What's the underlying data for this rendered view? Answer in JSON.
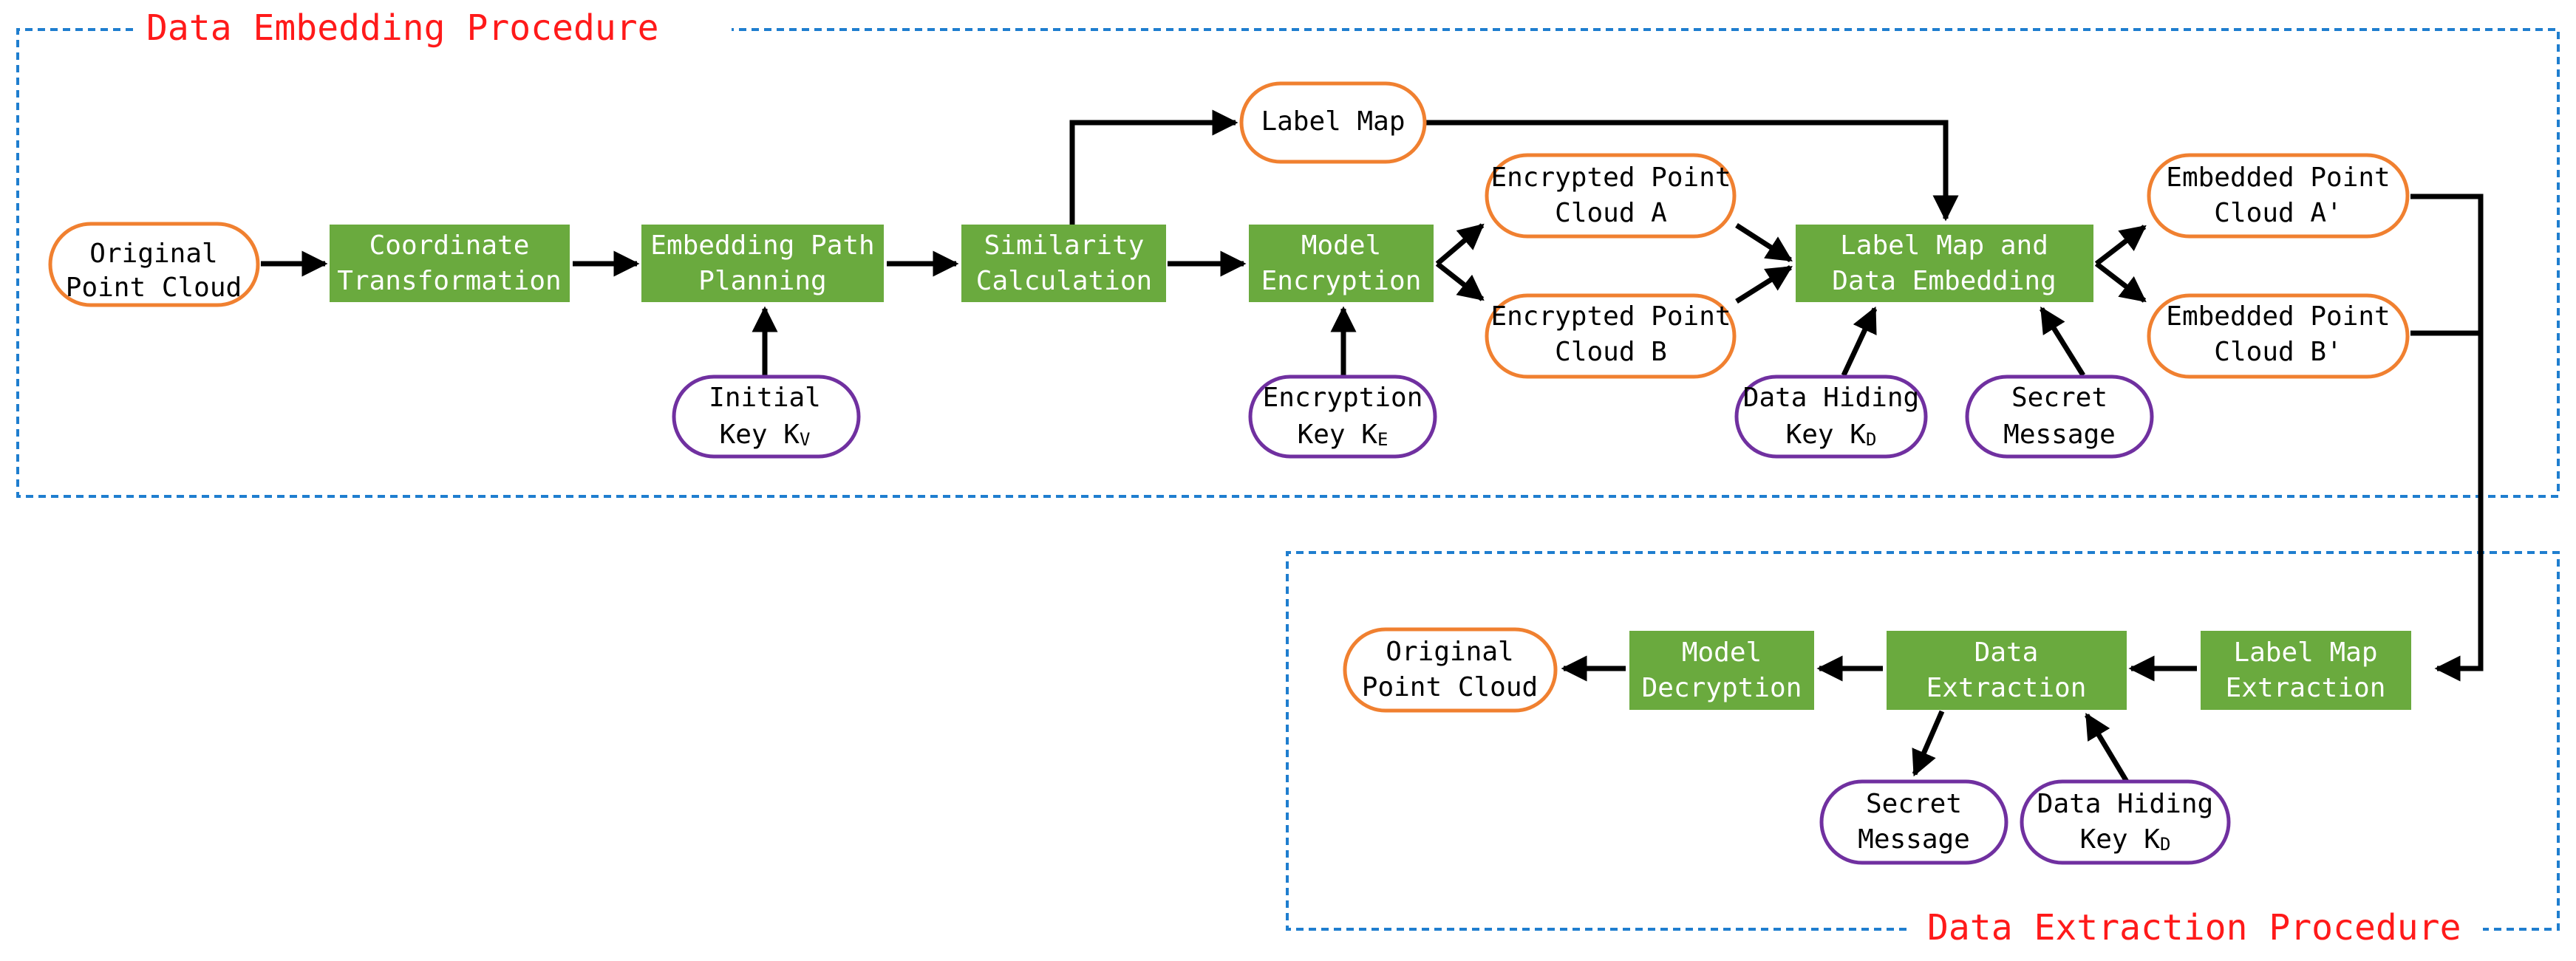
{
  "sections": {
    "embedding_title": "Data Embedding Procedure",
    "extraction_title": "Data Extraction Procedure"
  },
  "colors": {
    "process_fill": "#6aaa3e",
    "data_border": "#f08030",
    "key_border": "#7030a0",
    "frame": "#1f7ecf",
    "title": "#ff1a1a"
  },
  "nodes": {
    "original_cloud": {
      "line1": "Original",
      "line2": "Point Cloud"
    },
    "coord_transform": {
      "line1": "Coordinate",
      "line2": "Transformation"
    },
    "path_planning": {
      "line1": "Embedding Path",
      "line2": "Planning"
    },
    "similarity": {
      "line1": "Similarity",
      "line2": "Calculation"
    },
    "label_map": {
      "line1": "Label Map"
    },
    "model_encryption": {
      "line1": "Model",
      "line2": "Encryption"
    },
    "encrypted_a": {
      "line1": "Encrypted Point",
      "line2": "Cloud A"
    },
    "encrypted_b": {
      "line1": "Encrypted Point",
      "line2": "Cloud B"
    },
    "label_embedding": {
      "line1": "Label Map and",
      "line2": "Data Embedding"
    },
    "embedded_a": {
      "line1": "Embedded Point",
      "line2": "Cloud A'"
    },
    "embedded_b": {
      "line1": "Embedded Point",
      "line2": "Cloud B'"
    },
    "initial_key": {
      "line1": "Initial",
      "line2_main": "Key K",
      "line2_sub": "V"
    },
    "encryption_key": {
      "line1": "Encryption",
      "line2_main": "Key K",
      "line2_sub": "E"
    },
    "hiding_key_top": {
      "line1": "Data Hiding",
      "line2_main": "Key K",
      "line2_sub": "D"
    },
    "secret_top": {
      "line1": "Secret",
      "line2": "Message"
    },
    "label_extraction": {
      "line1": "Label Map",
      "line2": "Extraction"
    },
    "data_extraction": {
      "line1": "Data",
      "line2": "Extraction"
    },
    "model_decryption": {
      "line1": "Model",
      "line2": "Decryption"
    },
    "original_cloud_out": {
      "line1": "Original",
      "line2": "Point Cloud"
    },
    "secret_bottom": {
      "line1": "Secret",
      "line2": "Message"
    },
    "hiding_key_bottom": {
      "line1": "Data Hiding",
      "line2_main": "Key K",
      "line2_sub": "D"
    }
  }
}
